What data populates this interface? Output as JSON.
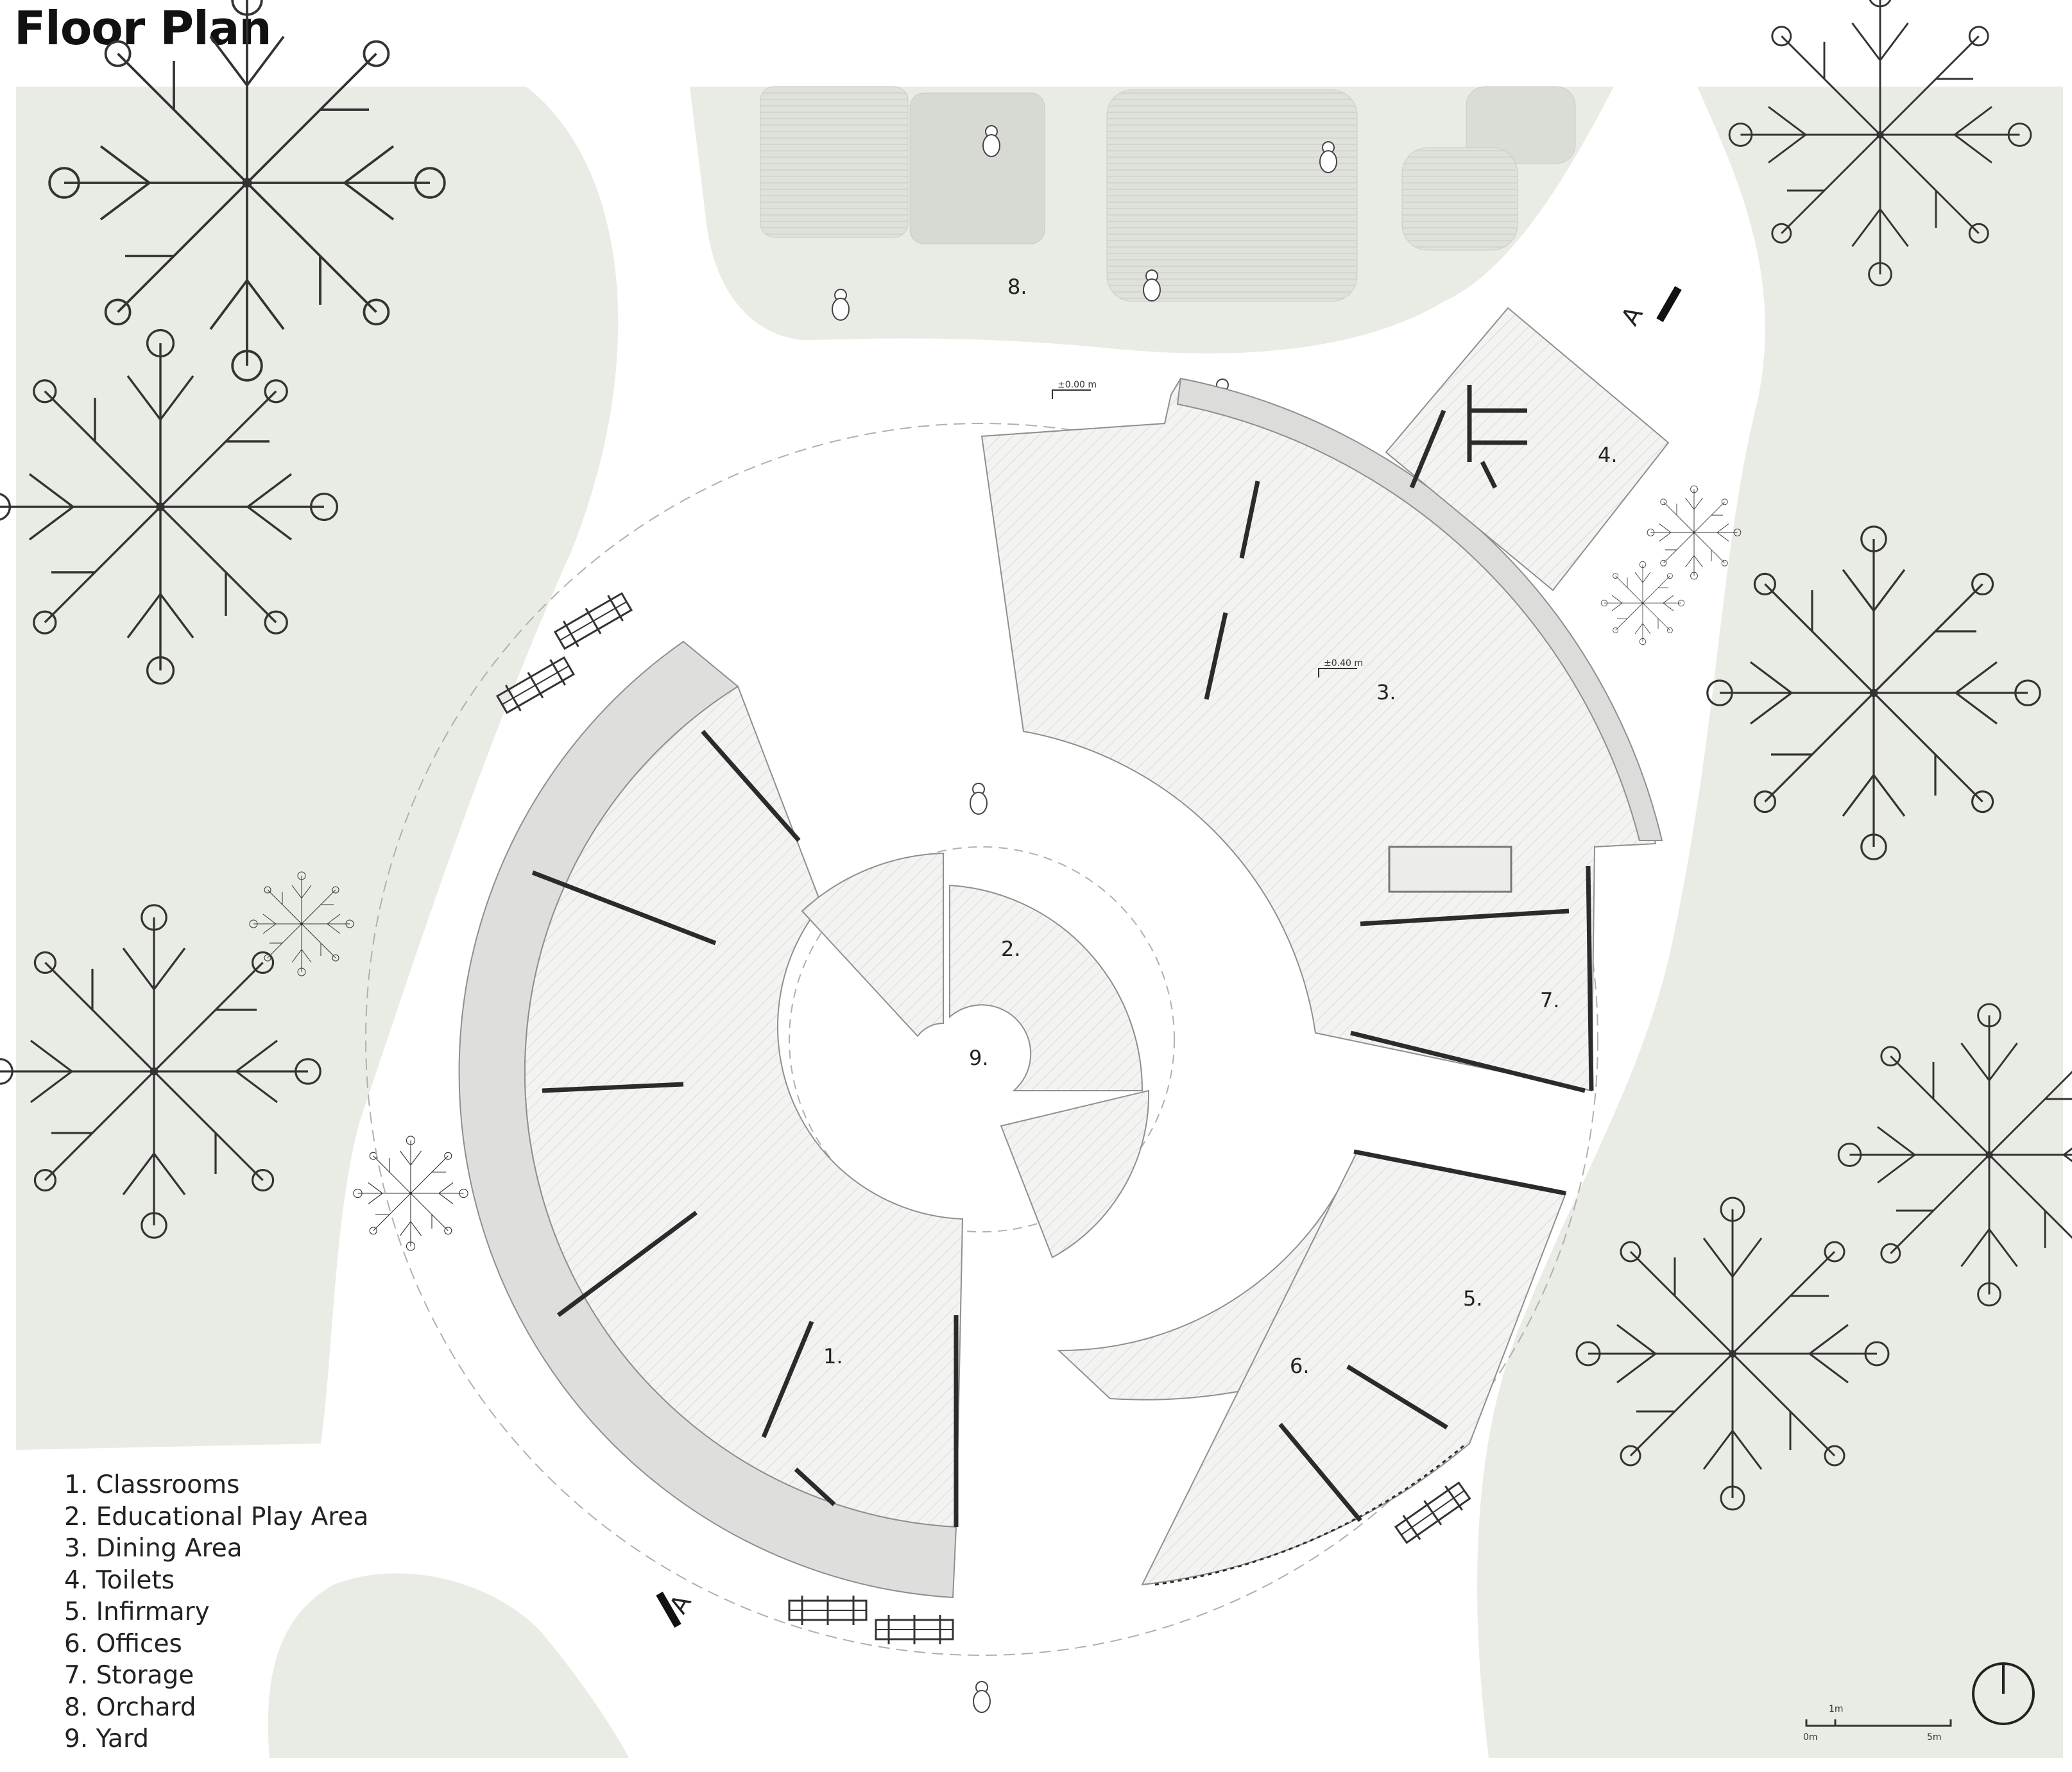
{
  "page": {
    "title": "Floor Plan"
  },
  "rooms": {
    "r1": "1.",
    "r2": "2.",
    "r3": "3.",
    "r4": "4.",
    "r5": "5.",
    "r6": "6.",
    "r7": "7.",
    "r8": "8.",
    "r9": "9."
  },
  "levels": {
    "ground": "±0.00 m",
    "raised": "±0.40 m"
  },
  "section": {
    "start": "A",
    "end": "A"
  },
  "legend": [
    "1. Classrooms",
    "2. Educational Play Area",
    "3. Dining Area",
    "4. Toilets",
    "5. Infirmary",
    "6. Offices",
    "7. Storage",
    "8. Orchard",
    "9. Yard"
  ],
  "scale_bar": {
    "top": "1m",
    "left": "0m",
    "right": "5m"
  },
  "icons": {
    "north": "north-arrow-icon",
    "tree": "tree-icon",
    "bench": "bench-icon",
    "person": "person-icon"
  },
  "colors": {
    "landscape": "#e9ebe5",
    "floor": "#f1f2f0",
    "walls": "#2b2b2b",
    "outline": "#9a9a9a"
  }
}
